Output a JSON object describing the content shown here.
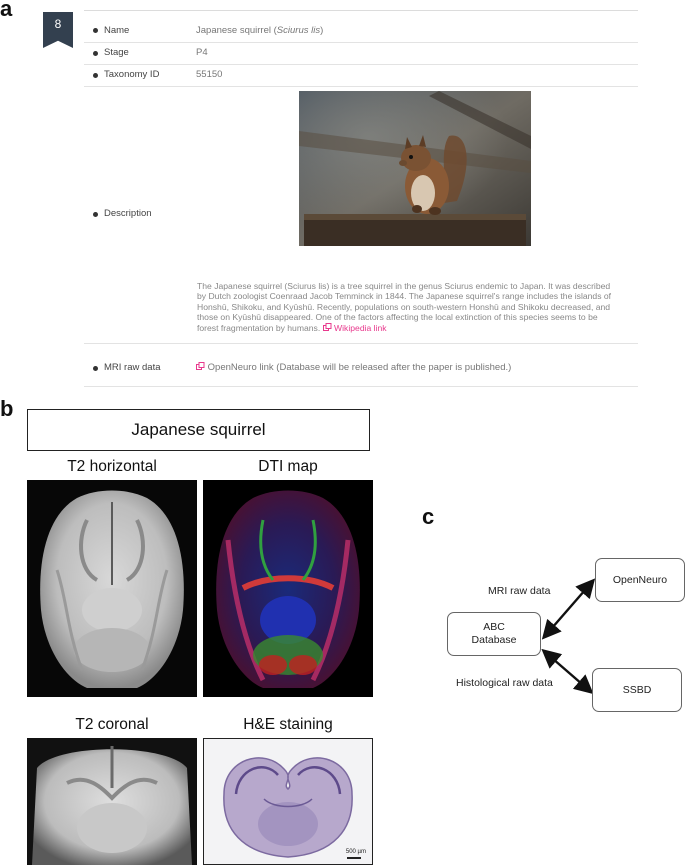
{
  "panels": {
    "a": "a",
    "b": "b",
    "c": "c"
  },
  "card": {
    "badge": "8",
    "rows": [
      {
        "label": "Name",
        "value_plain": "Japanese squirrel (",
        "value_italic": "Sciurus lis",
        "value_end": ")"
      },
      {
        "label": "Stage",
        "value": "P4"
      },
      {
        "label": "Taxonomy ID",
        "value": "55150"
      },
      {
        "label": "Description"
      },
      {
        "label": "MRI raw data",
        "link": "OpenNeuro link (Database will be released after the paper is published.)"
      }
    ],
    "description": "The Japanese squirrel (Sciurus lis) is a tree squirrel in the genus Sciurus endemic to Japan. It was described by Dutch zoologist Coenraad Jacob Temminck in 1844. The Japanese squirrel's range includes the islands of Honshū, Shikoku, and Kyūshū. Recently, populations on south-western Honshū and Shikoku decreased, and those on Kyūshū disappeared. One of the factors affecting the local extinction of this species seems to be forest fragmentation by humans.",
    "wiki_link": "Wikipedia link"
  },
  "panel_b": {
    "title": "Japanese squirrel",
    "images": [
      "T2 horizontal",
      "DTI map",
      "T2 coronal",
      "H&E staining"
    ],
    "scale_bar": "500 µm"
  },
  "panel_c": {
    "nodes": {
      "abc_line1": "ABC",
      "abc_line2": "Database",
      "openneuro": "OpenNeuro",
      "ssbd": "SSBD"
    },
    "edges": {
      "mri": "MRI raw data",
      "histo": "Histological raw data"
    }
  }
}
